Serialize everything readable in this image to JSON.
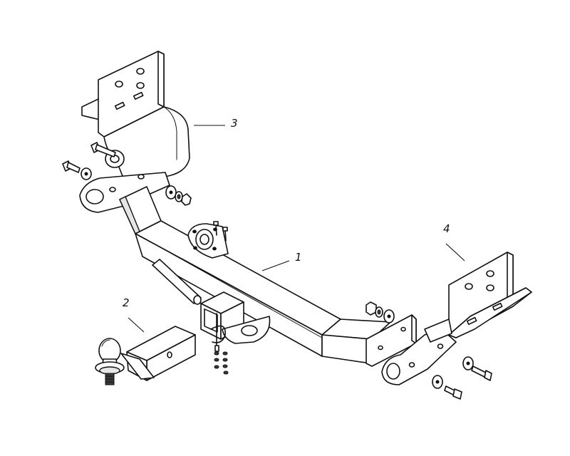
{
  "callouts": [
    {
      "id": "1",
      "label": "1"
    },
    {
      "id": "2",
      "label": "2"
    },
    {
      "id": "3",
      "label": "3"
    },
    {
      "id": "4",
      "label": "4"
    }
  ],
  "parts": [
    {
      "label": "1",
      "part": "main-crossbar-beam"
    },
    {
      "label": "2",
      "part": "ball-mount-drawbar"
    },
    {
      "label": "3",
      "part": "left-mounting-bracket"
    },
    {
      "label": "4",
      "part": "right-mounting-bracket"
    }
  ]
}
